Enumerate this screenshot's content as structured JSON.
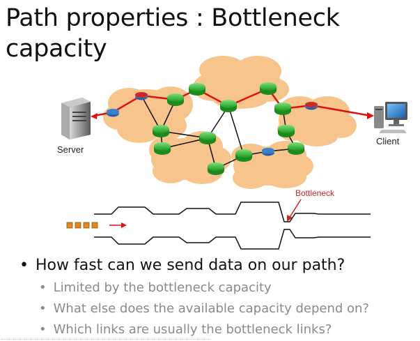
{
  "title": {
    "line1": "Path properties : Bottleneck",
    "line2": "capacity"
  },
  "diagram": {
    "server_label": "Server",
    "client_label": "Client",
    "bottleneck_label": "Bottleneck",
    "colors": {
      "cloud": "#f7c58c",
      "router": "#33bb33",
      "path": "#dd1111",
      "packet": "#e08a1e",
      "label_red": "#cc2222"
    }
  },
  "bullets": {
    "main": "How fast can we send data on our path?",
    "subs": [
      "Limited by the bottleneck capacity",
      "What else does the available capacity depend on?",
      "Which links are usually the bottleneck links?"
    ]
  }
}
